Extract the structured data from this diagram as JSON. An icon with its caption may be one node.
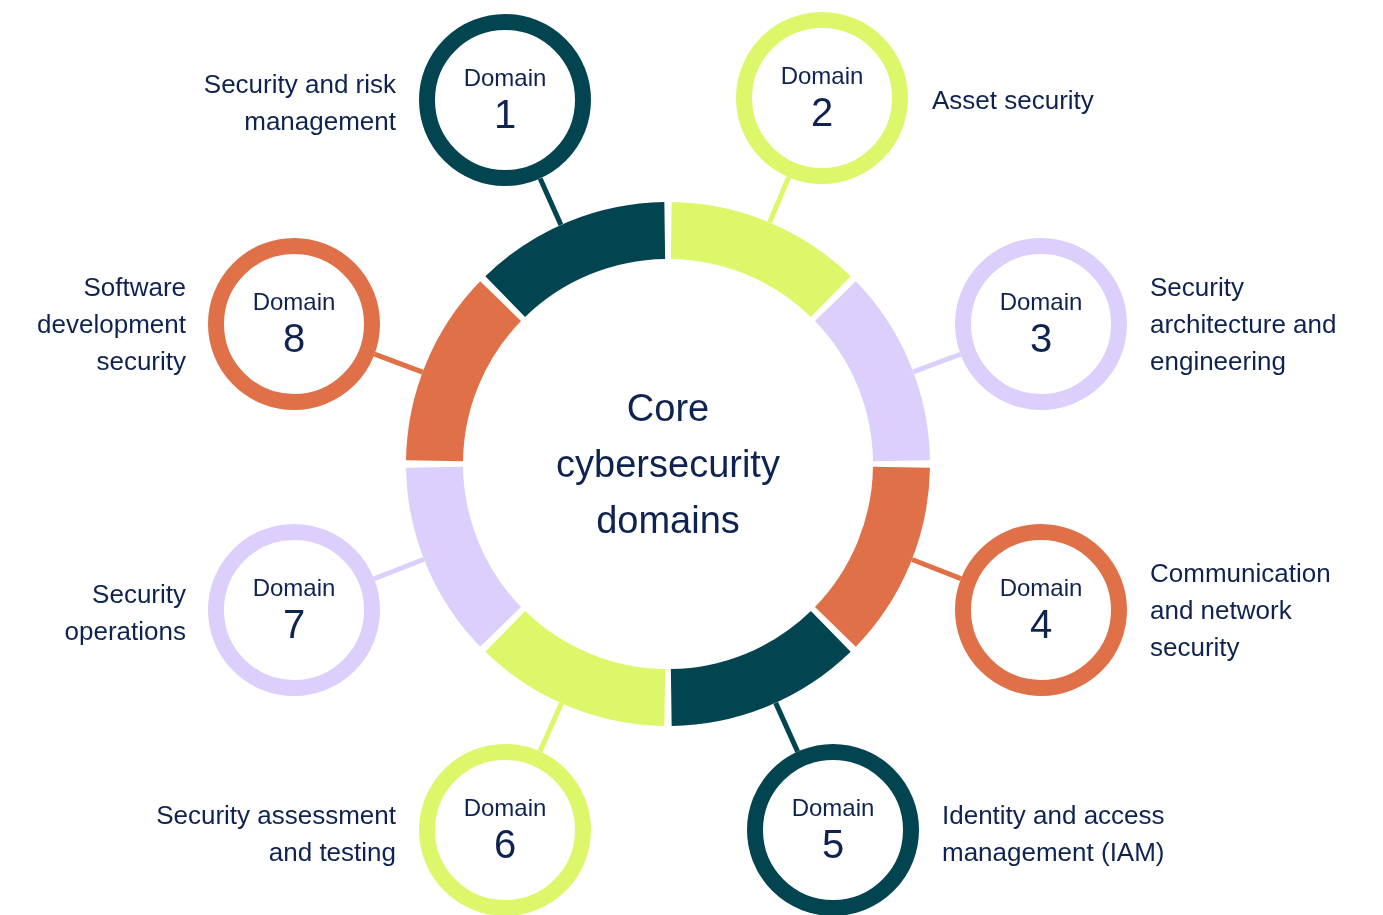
{
  "diagram": {
    "nodes": [
      {
        "text": [
          "Core cybersecurity domains"
        ]
      },
      {
        "text": [
          "Domain",
          "1"
        ],
        "beside": [
          "Security and risk management"
        ]
      },
      {
        "text": [
          "Domain",
          "2"
        ],
        "beside": [
          "Asset security"
        ]
      },
      {
        "text": [
          "Domain",
          "3"
        ],
        "beside": [
          "Security architecture and engineering"
        ]
      },
      {
        "text": [
          "Domain",
          "4"
        ],
        "beside": [
          "Communication and network security"
        ]
      },
      {
        "text": [
          "Domain",
          "5"
        ],
        "beside": [
          "Identity and access management (IAM)"
        ]
      },
      {
        "text": [
          "Domain",
          "6"
        ],
        "beside": [
          "Security assessment and testing"
        ]
      },
      {
        "text": [
          "Domain",
          "7"
        ],
        "beside": [
          "Security operations"
        ]
      },
      {
        "text": [
          "Domain",
          "8"
        ],
        "beside": [
          "Software development security"
        ]
      }
    ],
    "edges": [
      {
        "from": 0,
        "to": 1,
        "arrow": "none",
        "color": "#02444f"
      },
      {
        "from": 0,
        "to": 2,
        "arrow": "none",
        "color": "#dcf76a"
      },
      {
        "from": 0,
        "to": 3,
        "arrow": "none",
        "color": "#dccffc"
      },
      {
        "from": 0,
        "to": 4,
        "arrow": "none",
        "color": "#e07048"
      },
      {
        "from": 0,
        "to": 5,
        "arrow": "none",
        "color": "#02444f"
      },
      {
        "from": 0,
        "to": 6,
        "arrow": "none",
        "color": "#dcf76a"
      },
      {
        "from": 0,
        "to": 7,
        "arrow": "none",
        "color": "#dccffc"
      },
      {
        "from": 0,
        "to": 8,
        "arrow": "none",
        "color": "#e07048"
      }
    ]
  }
}
